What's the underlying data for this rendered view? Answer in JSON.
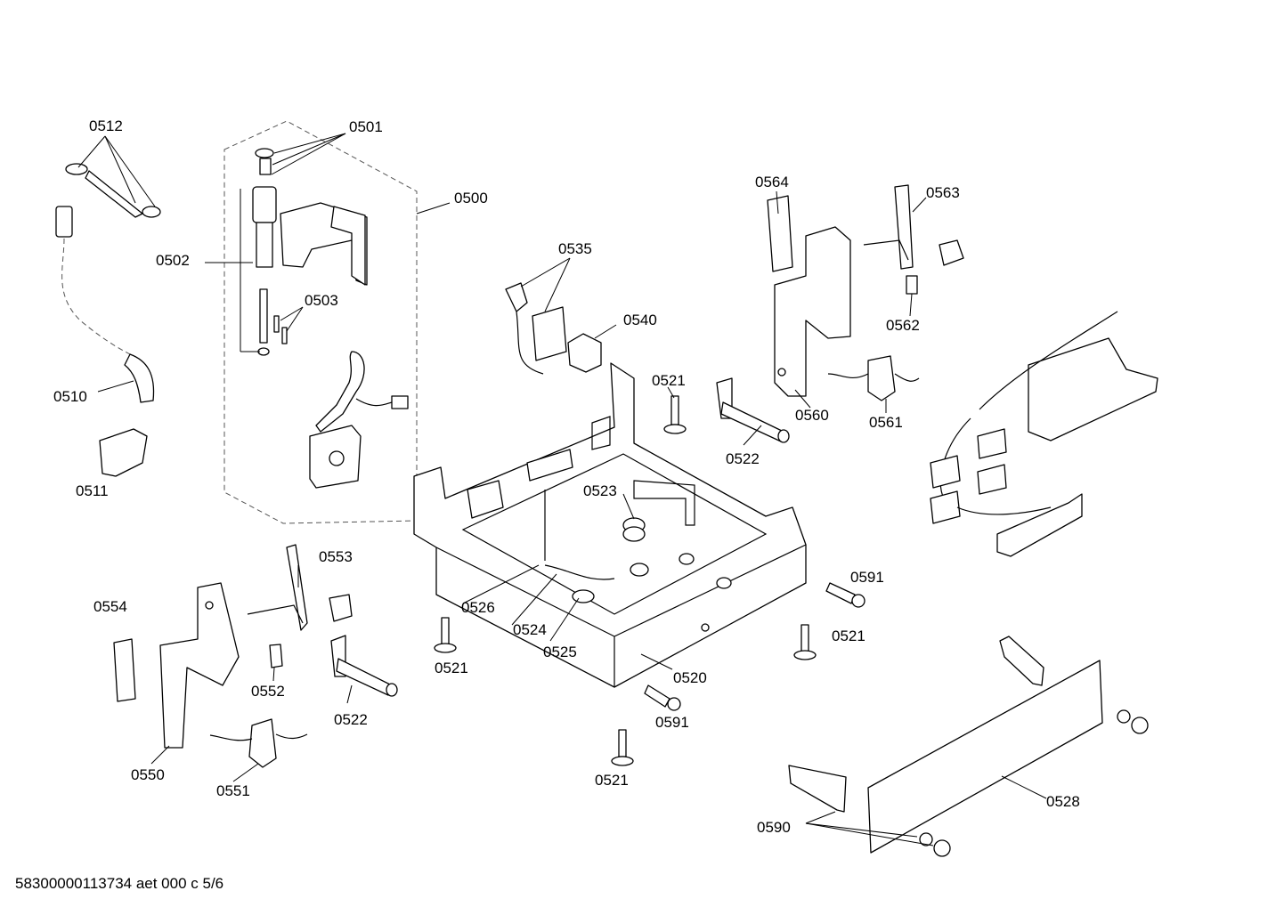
{
  "labels": {
    "l0512": "0512",
    "l0501": "0501",
    "l0500": "0500",
    "l0502": "0502",
    "l0503": "0503",
    "l0510": "0510",
    "l0511": "0511",
    "l0535": "0535",
    "l0540": "0540",
    "l0564": "0564",
    "l0563": "0563",
    "l0562": "0562",
    "l0560": "0560",
    "l0561": "0561",
    "l0521a": "0521",
    "l0522a": "0522",
    "l0523": "0523",
    "l0526": "0526",
    "l0524": "0524",
    "l0525": "0525",
    "l0521b": "0521",
    "l0520": "0520",
    "l0591a": "0591",
    "l0591b": "0591",
    "l0521c": "0521",
    "l0521d": "0521",
    "l0553": "0553",
    "l0554": "0554",
    "l0552": "0552",
    "l0522b": "0522",
    "l0550": "0550",
    "l0551": "0551",
    "l0590": "0590",
    "l0528": "0528"
  },
  "footer": "58300000113734 aet 000 c 5/6"
}
